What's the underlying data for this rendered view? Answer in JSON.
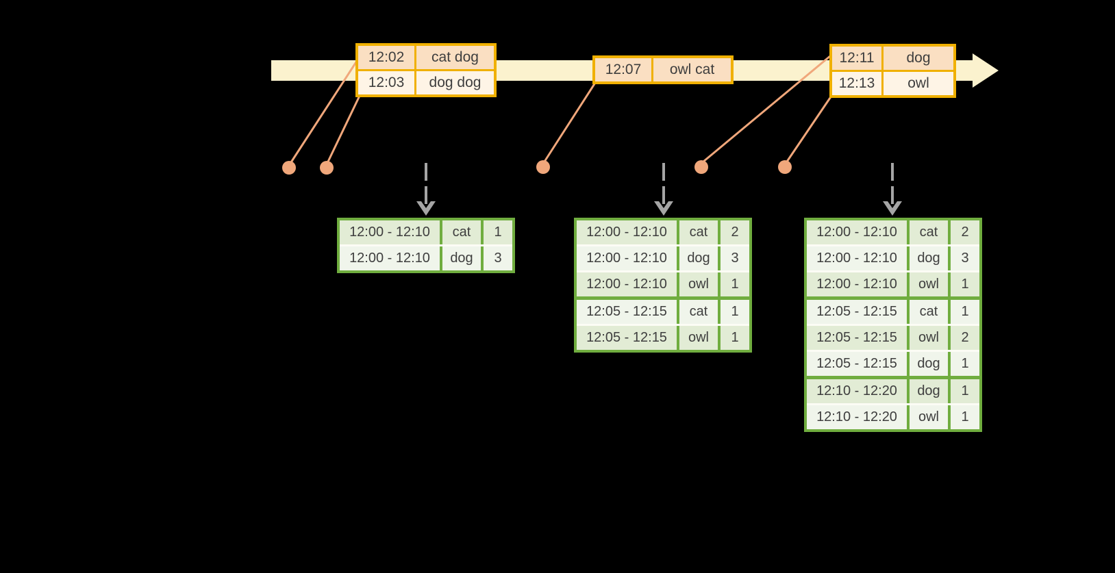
{
  "colors": {
    "background": "#000000",
    "timeline_fill": "#FBF2CE",
    "event_border": "#F0B000",
    "event_row_dark": "#FADFC2",
    "event_row_light": "#FEF4E6",
    "connector": "#F0A77B",
    "dashed_arrow": "#A5A5A5",
    "result_border": "#70AD3F",
    "result_row_dark": "#E2ECD5",
    "result_row_light": "#F0F5EB",
    "cell_gap": "#FCFCF5",
    "table_text": "#3E3E3E"
  },
  "event_tables": [
    {
      "rows": [
        {
          "time": "12:02",
          "words": "cat dog"
        },
        {
          "time": "12:03",
          "words": "dog dog"
        }
      ]
    },
    {
      "rows": [
        {
          "time": "12:07",
          "words": "owl cat"
        }
      ]
    },
    {
      "rows": [
        {
          "time": "12:11",
          "words": "dog"
        },
        {
          "time": "12:13",
          "words": "owl"
        }
      ]
    }
  ],
  "result_tables": [
    {
      "rows": [
        {
          "window": "12:00 - 12:10",
          "word": "cat",
          "count": "1"
        },
        {
          "window": "12:00 - 12:10",
          "word": "dog",
          "count": "3"
        }
      ]
    },
    {
      "rows": [
        {
          "window": "12:00 - 12:10",
          "word": "cat",
          "count": "2"
        },
        {
          "window": "12:00 - 12:10",
          "word": "dog",
          "count": "3"
        },
        {
          "window": "12:00 - 12:10",
          "word": "owl",
          "count": "1"
        },
        {
          "window": "12:05 - 12:15",
          "word": "cat",
          "count": "1"
        },
        {
          "window": "12:05 - 12:15",
          "word": "owl",
          "count": "1"
        }
      ]
    },
    {
      "rows": [
        {
          "window": "12:00 - 12:10",
          "word": "cat",
          "count": "2"
        },
        {
          "window": "12:00 - 12:10",
          "word": "dog",
          "count": "3"
        },
        {
          "window": "12:00 - 12:10",
          "word": "owl",
          "count": "1"
        },
        {
          "window": "12:05 - 12:15",
          "word": "cat",
          "count": "1"
        },
        {
          "window": "12:05 - 12:15",
          "word": "owl",
          "count": "2"
        },
        {
          "window": "12:05 - 12:15",
          "word": "dog",
          "count": "1"
        },
        {
          "window": "12:10 - 12:20",
          "word": "dog",
          "count": "1"
        },
        {
          "window": "12:10 - 12:20",
          "word": "owl",
          "count": "1"
        }
      ]
    }
  ]
}
